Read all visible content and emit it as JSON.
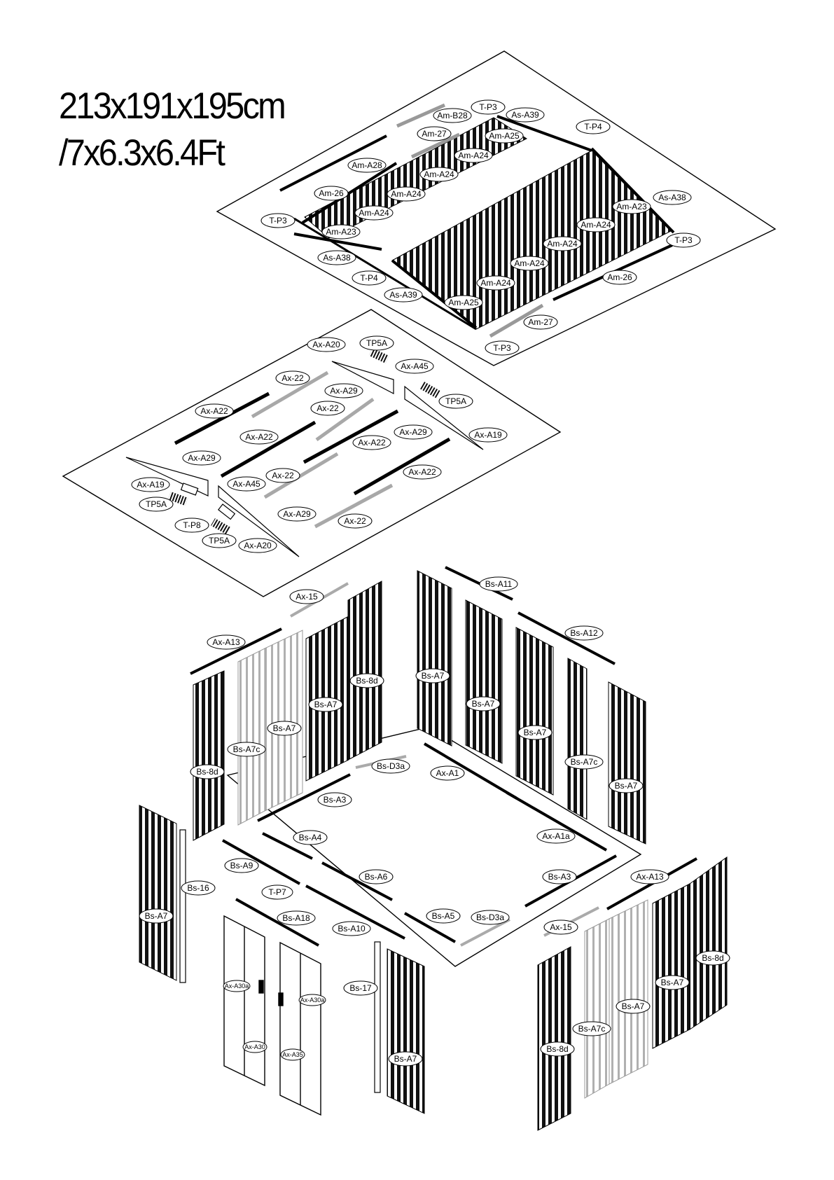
{
  "title": {
    "line1": "213x191x195cm",
    "line2": "/7x6.3x6.4Ft"
  },
  "groups": {
    "roof": {
      "labels": [
        {
          "id": "r1",
          "text": "Am-B28"
        },
        {
          "id": "r2",
          "text": "T-P3"
        },
        {
          "id": "r3",
          "text": "As-A39"
        },
        {
          "id": "r4",
          "text": "Am-27"
        },
        {
          "id": "r5",
          "text": "Am-A25"
        },
        {
          "id": "r6",
          "text": "T-P4"
        },
        {
          "id": "r7",
          "text": "Am-A28"
        },
        {
          "id": "r8",
          "text": "Am-A24"
        },
        {
          "id": "r9",
          "text": "Am-A24"
        },
        {
          "id": "r10",
          "text": "Am-26"
        },
        {
          "id": "r11",
          "text": "Am-A24"
        },
        {
          "id": "r12",
          "text": "As-A38"
        },
        {
          "id": "r13",
          "text": "Am-A23"
        },
        {
          "id": "r14",
          "text": "T-P3"
        },
        {
          "id": "r15",
          "text": "Am-A24"
        },
        {
          "id": "r16",
          "text": "Am-A24"
        },
        {
          "id": "r17",
          "text": "Am-A23"
        },
        {
          "id": "r18",
          "text": "T-P3"
        },
        {
          "id": "r19",
          "text": "Am-A24"
        },
        {
          "id": "r20",
          "text": "As-A38"
        },
        {
          "id": "r21",
          "text": "Am-A24"
        },
        {
          "id": "r22",
          "text": "T-P4"
        },
        {
          "id": "r23",
          "text": "Am-26"
        },
        {
          "id": "r24",
          "text": "Am-A24"
        },
        {
          "id": "r25",
          "text": "As-A39"
        },
        {
          "id": "r26",
          "text": "Am-A25"
        },
        {
          "id": "r27",
          "text": "Am-27"
        },
        {
          "id": "r28",
          "text": "T-P3"
        }
      ]
    },
    "frame": {
      "labels": [
        {
          "id": "f1",
          "text": "Ax-A20"
        },
        {
          "id": "f2",
          "text": "TP5A"
        },
        {
          "id": "f3",
          "text": "Ax-A45"
        },
        {
          "id": "f4",
          "text": "Ax-22"
        },
        {
          "id": "f5",
          "text": "Ax-A29"
        },
        {
          "id": "f6",
          "text": "TP5A"
        },
        {
          "id": "f7",
          "text": "Ax-A22"
        },
        {
          "id": "f8",
          "text": "Ax-22"
        },
        {
          "id": "f9",
          "text": "Ax-A22"
        },
        {
          "id": "f10",
          "text": "Ax-A29"
        },
        {
          "id": "f11",
          "text": "Ax-A19"
        },
        {
          "id": "f12",
          "text": "Ax-A22"
        },
        {
          "id": "f13",
          "text": "Ax-A29"
        },
        {
          "id": "f14",
          "text": "Ax-A22"
        },
        {
          "id": "f15",
          "text": "Ax-A19"
        },
        {
          "id": "f16",
          "text": "Ax-A45"
        },
        {
          "id": "f17",
          "text": "Ax-22"
        },
        {
          "id": "f18",
          "text": "TP5A"
        },
        {
          "id": "f19",
          "text": "Ax-A29"
        },
        {
          "id": "f20",
          "text": "T-P8"
        },
        {
          "id": "f21",
          "text": "Ax-22"
        },
        {
          "id": "f22",
          "text": "TP5A"
        },
        {
          "id": "f23",
          "text": "Ax-A20"
        }
      ]
    },
    "walls": {
      "labels": [
        {
          "id": "w1",
          "text": "Bs-A11"
        },
        {
          "id": "w2",
          "text": "Ax-15"
        },
        {
          "id": "w3",
          "text": "Bs-A12"
        },
        {
          "id": "w4",
          "text": "Ax-A13"
        },
        {
          "id": "w5",
          "text": "Bs-8d"
        },
        {
          "id": "w6",
          "text": "Bs-A7"
        },
        {
          "id": "w7",
          "text": "Bs-A7"
        },
        {
          "id": "w8",
          "text": "Bs-A7"
        },
        {
          "id": "w9",
          "text": "Bs-A7"
        },
        {
          "id": "w10",
          "text": "Bs-A7"
        },
        {
          "id": "w11",
          "text": "Bs-A7c"
        },
        {
          "id": "w12",
          "text": "Bs-D3a"
        },
        {
          "id": "w13",
          "text": "Ax-A1"
        },
        {
          "id": "w14",
          "text": "Bs-A7c"
        },
        {
          "id": "w15",
          "text": "Bs-8d"
        },
        {
          "id": "w16",
          "text": "Bs-A7"
        },
        {
          "id": "w17",
          "text": "Bs-A3"
        },
        {
          "id": "w18",
          "text": "Bs-A4"
        },
        {
          "id": "w19",
          "text": "Ax-A1a"
        },
        {
          "id": "w20",
          "text": "Bs-A9"
        },
        {
          "id": "w21",
          "text": "Bs-A6"
        },
        {
          "id": "w22",
          "text": "Bs-A3"
        },
        {
          "id": "w23",
          "text": "Ax-A13"
        },
        {
          "id": "w24",
          "text": "Bs-16"
        },
        {
          "id": "w25",
          "text": "T-P7"
        },
        {
          "id": "w26",
          "text": "Bs-A7"
        },
        {
          "id": "w27",
          "text": "Bs-A18"
        },
        {
          "id": "w28",
          "text": "Bs-A10"
        },
        {
          "id": "w29",
          "text": "Bs-A5"
        },
        {
          "id": "w30",
          "text": "Bs-D3a"
        },
        {
          "id": "w31",
          "text": "Ax-15"
        },
        {
          "id": "w32",
          "text": "Bs-8d"
        },
        {
          "id": "w33",
          "text": "Bs-A7"
        },
        {
          "id": "w34",
          "text": "Ax-A30a"
        },
        {
          "id": "w35",
          "text": "Bs-17"
        },
        {
          "id": "w36",
          "text": "Ax-A30a"
        },
        {
          "id": "w37",
          "text": "Bs-A7"
        },
        {
          "id": "w38",
          "text": "Bs-A7c"
        },
        {
          "id": "w39",
          "text": "Ax-A30"
        },
        {
          "id": "w40",
          "text": "Ax-A35"
        },
        {
          "id": "w41",
          "text": "Bs-8d"
        },
        {
          "id": "w42",
          "text": "Bs-A7"
        }
      ]
    }
  }
}
